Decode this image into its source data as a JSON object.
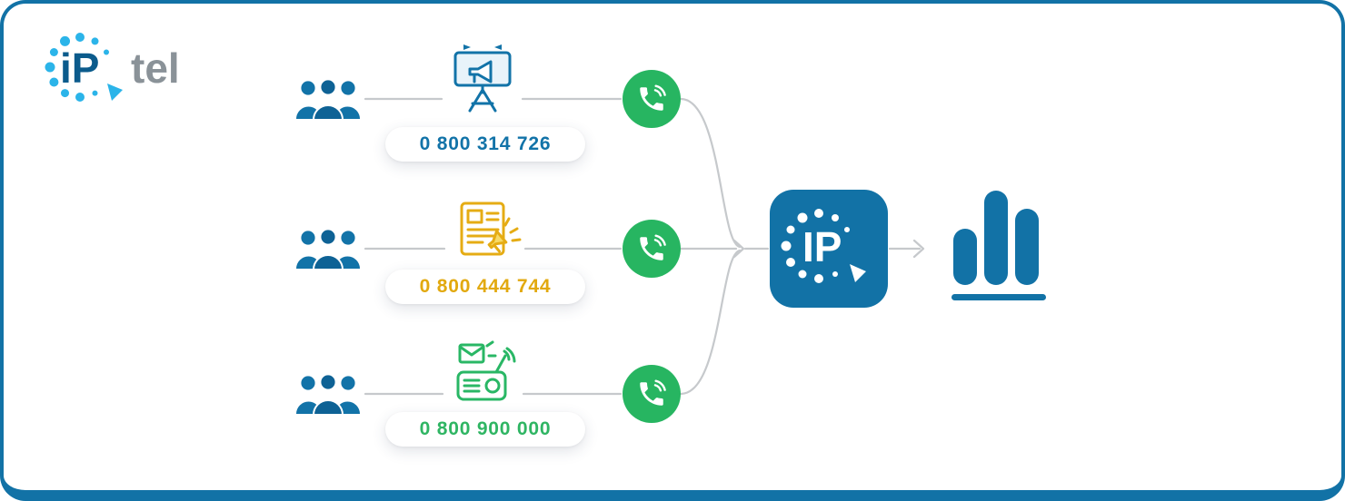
{
  "brand": {
    "ip": "iP",
    "tel": "tel"
  },
  "hub": {
    "logo_text": "IP"
  },
  "rows": [
    {
      "channel": "billboard",
      "phone": "0 800 314 726",
      "accent_color": "#1273A8"
    },
    {
      "channel": "print-ad",
      "phone": "0 800 444 744",
      "accent_color": "#E2A90F"
    },
    {
      "channel": "radio-mailing",
      "phone": "0 800 900 000",
      "accent_color": "#2FB563"
    }
  ],
  "icons": {
    "audience": "people-group-icon",
    "row_channels": [
      "billboard-megaphone-icon",
      "newspaper-ad-icon",
      "radio-broadcast-icon"
    ],
    "call": "phone-call-icon",
    "hub": "iptel-app-icon",
    "analytics": "bar-chart-icon"
  },
  "colors": {
    "brand_blue": "#1273A8",
    "accent_cyan": "#2BB4E9",
    "green": "#27B561",
    "yellow": "#E5AC14",
    "tel_gray": "#8A9298",
    "connector_gray": "#C6C9CC",
    "border_blue": "#1272A6"
  }
}
